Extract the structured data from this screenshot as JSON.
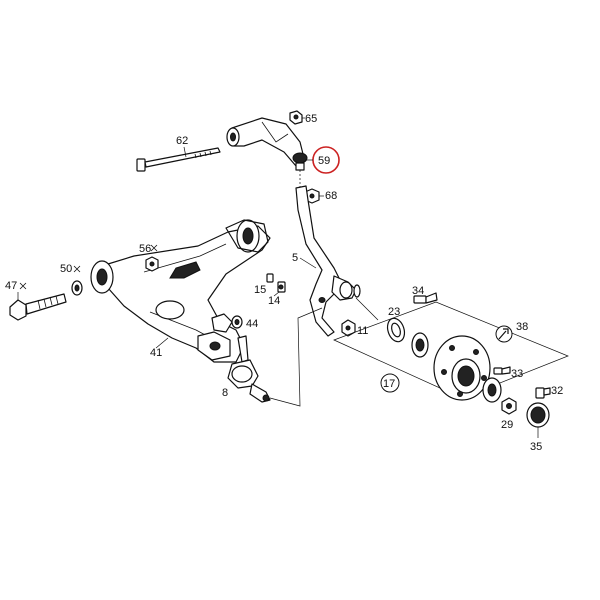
{
  "diagram": {
    "highlight_color": "#cc2222",
    "highlighted_part": "59",
    "part_numbers": {
      "p62": "62",
      "p65": "65",
      "p59": "59",
      "p68": "68",
      "p56": "56",
      "p5": "5",
      "p50": "50",
      "p47": "47",
      "p15": "15",
      "p14": "14",
      "p44": "44",
      "p41": "41",
      "p34": "34",
      "p23": "23",
      "p11": "11",
      "p38": "38",
      "p17": "17",
      "p33": "33",
      "p32": "32",
      "p29": "29",
      "p35": "35",
      "p8": "8"
    }
  }
}
